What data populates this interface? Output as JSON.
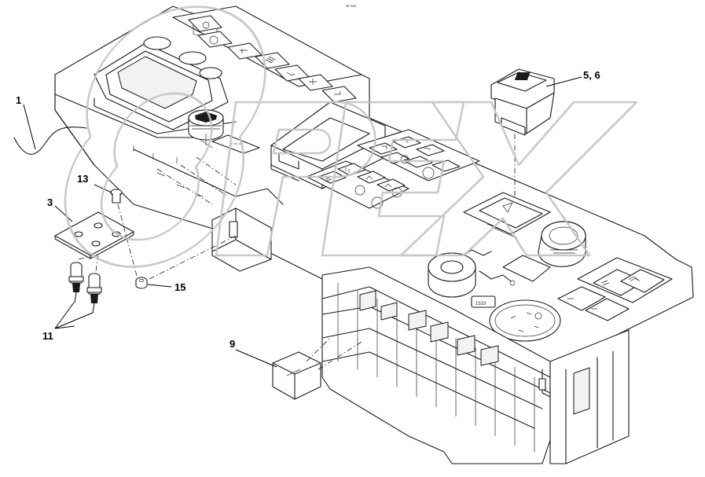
{
  "diagram": {
    "top_mark": "ᵃᵃ ᵃᵃᵃ",
    "watermark_letters": [
      "O",
      "P",
      "E",
      "X"
    ],
    "callouts": [
      {
        "id": "cable",
        "label": "1"
      },
      {
        "id": "switch-rocker",
        "label": "5, 6"
      },
      {
        "id": "plate",
        "label": "3"
      },
      {
        "id": "screw",
        "label": "13"
      },
      {
        "id": "nut",
        "label": "15"
      },
      {
        "id": "sensors",
        "label": "11"
      },
      {
        "id": "relay",
        "label": "9"
      }
    ]
  }
}
